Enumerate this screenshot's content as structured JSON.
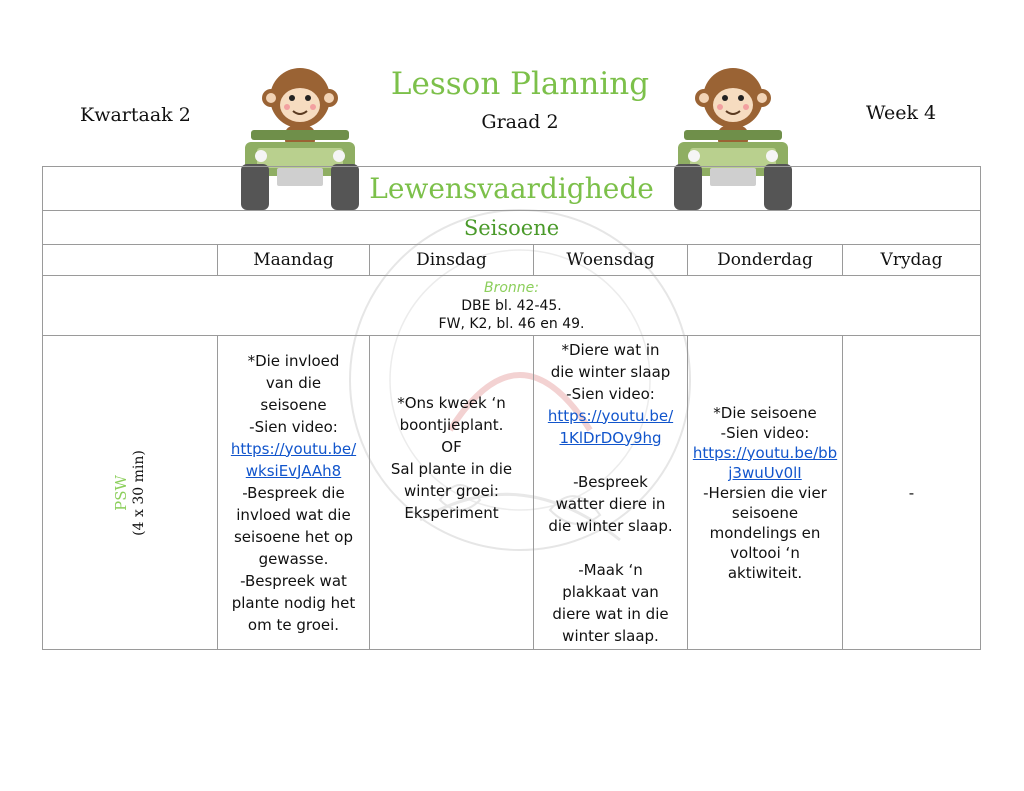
{
  "header": {
    "term": "Kwartaak 2",
    "title": "Lesson Planning",
    "grade": "Graad 2",
    "week": "Week 4"
  },
  "table": {
    "subject": "Lewensvaardighede",
    "theme": "Seisoene",
    "days": [
      "Maandag",
      "Dinsdag",
      "Woensdag",
      "Donderdag",
      "Vrydag"
    ],
    "resources": {
      "label": "Bronne:",
      "line1": "DBE bl. 42-45.",
      "line2": "FW, K2, bl. 46 en 49."
    },
    "row_label": {
      "subject": "PSW",
      "duration": "(4 x 30 min)"
    },
    "monday": {
      "line1": "*Die invloed",
      "line2": "van die",
      "line3": "seisoene",
      "line4": "-Sien video:",
      "link1": "https://youtu.be/",
      "link2": "wksiEvJAAh8",
      "line5": "-Bespreek die",
      "line6": "invloed wat die",
      "line7": "seisoene het op",
      "line8": "gewasse.",
      "line9": "-Bespreek wat",
      "line10": "plante nodig het",
      "line11": "om te groei."
    },
    "tuesday": {
      "line1": "*Ons kweek ‘n",
      "line2": "boontjieplant.",
      "line3": "OF",
      "line4": "Sal plante in die",
      "line5": "winter groei:",
      "line6": "Eksperiment"
    },
    "wednesday": {
      "line1": "*Diere wat in",
      "line2": "die winter slaap",
      "line3": "-Sien video:",
      "link1": "https://youtu.be/",
      "link2": "1KlDrDOy9hg",
      "line4": "-Bespreek",
      "line5": "watter diere in",
      "line6": "die winter slaap.",
      "line7": "-Maak ‘n",
      "line8": "plakkaat van",
      "line9": "diere wat in die",
      "line10": "winter slaap."
    },
    "thursday": {
      "line1": "*Die seisoene",
      "line2": "-Sien video:",
      "link1": "https://youtu.be/bb",
      "link2": "j3wuUv0lI",
      "line3": "-Hersien die vier",
      "line4": "seisoene",
      "line5": "mondelings en",
      "line6": "voltooi ‘n aktiwiteit."
    },
    "friday": {
      "line1": "-"
    }
  },
  "colors": {
    "accent_green": "#7cc04a",
    "link_blue": "#1155cc",
    "border": "#9a9a9a"
  }
}
